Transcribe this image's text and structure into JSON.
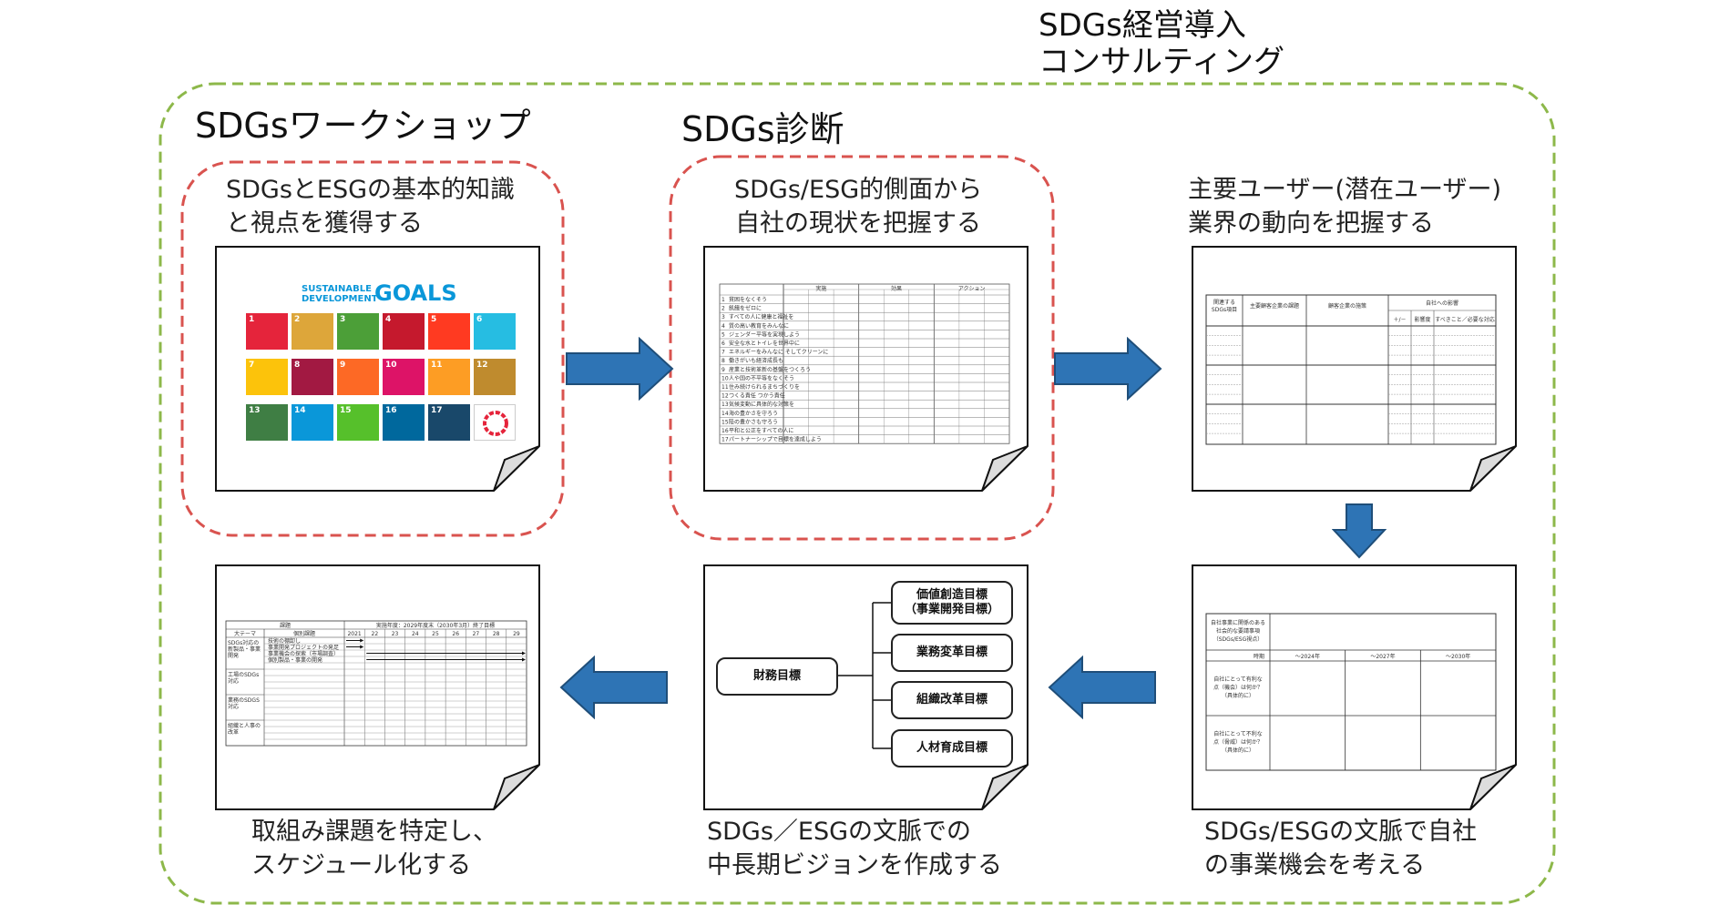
{
  "title": "SDGs経営導入\nコンサルティング",
  "groups": {
    "workshop": "SDGsワークショップ",
    "diagnosis": "SDGs診断"
  },
  "steps": [
    {
      "id": "step1",
      "text": "SDGsとESGの基本的知識\nと視点を獲得する"
    },
    {
      "id": "step2",
      "text": "SDGs/ESG的側面から\n自社の現状を把握する"
    },
    {
      "id": "step3",
      "text": "主要ユーザー(潜在ユーザー)\n業界の動向を把握する"
    },
    {
      "id": "step4",
      "text": "SDGs/ESGの文脈で自社\nの事業機会を考える"
    },
    {
      "id": "step5",
      "text": "SDGs／ESGの文脈での\n中長期ビジョンを作成する"
    },
    {
      "id": "step6",
      "text": "取組み課題を特定し、\nスケジュール化する"
    }
  ],
  "sdg_poster": {
    "logo_line1": "SUSTAINABLE",
    "logo_line2": "DEVELOPMENT",
    "logo_goals": "GOALS",
    "colors": [
      "#e5243b",
      "#dda63a",
      "#4c9f38",
      "#c5192d",
      "#ff3a21",
      "#26bde2",
      "#fcc30b",
      "#a21942",
      "#fd6925",
      "#dd1367",
      "#fd9d24",
      "#bf8b2e",
      "#3f7e44",
      "#0a97d9",
      "#56c02b",
      "#00689d",
      "#19486a",
      "#ffffff"
    ]
  },
  "vision_doc": {
    "root": "財務目標",
    "branches": [
      "価値創造目標\n（事業開発目標）",
      "業務変革目標",
      "組織改革目標",
      "人材育成目標"
    ]
  },
  "opportunity_doc": {
    "row_header": "自社事業に関係のある\n社会的な要請事項\n（SDGs/ESG視点）",
    "period_label": "時期",
    "periods": [
      "～2024年",
      "～2027年",
      "～2030年"
    ],
    "rows": [
      "自社にとって有利な\n点（機会）は何か？\n（具体的に）",
      "自社にとって不利な\n点（脅威）は何か？\n（具体的に）"
    ]
  },
  "trend_doc": {
    "headers": [
      "関連する\nSDGs項目",
      "主要顧客企業の課題",
      "顧客企業の施策",
      "自社への影響"
    ],
    "sub_headers": [
      "＋/－",
      "影響度",
      "すべきこと／必要な対応"
    ]
  },
  "schedule_doc": {
    "top_headers": [
      "課題",
      "実施年度：2029年度末（2030年3月）終了目標"
    ],
    "col_headers": [
      "大テーマ",
      "個別課題",
      "2021",
      "22",
      "23",
      "24",
      "25",
      "26",
      "27",
      "28",
      "29"
    ],
    "rows": [
      "SDGs対応の\n新製品・事業\n開発",
      "工場のSDGs\n対応",
      "業務のSDGS\n対応",
      "組織と人事の\n改革"
    ],
    "tasks": [
      "技術の棚卸し",
      "事業開発プロジェクトの発足",
      "事業機会の探索（市場調査）",
      "個別製品・事業の開発"
    ]
  },
  "diagnosis_doc": {
    "col_headers": [
      "実施",
      "効果",
      "アクション"
    ],
    "rows": [
      "貧困をなくそう",
      "飢餓をゼロに",
      "すべての人に健康と福祉を",
      "質の高い教育をみんなに",
      "ジェンダー平等を実現しよう",
      "安全な水とトイレを世界中に",
      "エネルギーをみんなに そしてクリーンに",
      "働きがいも経済成長も",
      "産業と技術革新の基盤をつくろう",
      "人や国の不平等をなくそう",
      "住み続けられるまちづくりを",
      "つくる責任 つかう責任",
      "気候変動に具体的な対策を",
      "海の豊かさを守ろう",
      "陸の豊かさも守ろう",
      "平和と公正をすべての人に",
      "パートナーシップで目標を達成しよう"
    ]
  },
  "colors": {
    "outer_border": "#8db84a",
    "inner_border": "#d9534f",
    "arrow_fill": "#2e74b5",
    "arrow_stroke": "#1f4e79"
  }
}
